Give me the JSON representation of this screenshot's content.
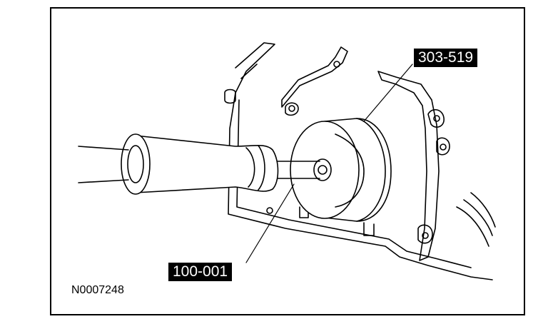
{
  "figure": {
    "callouts": [
      {
        "id": "tool-303-519",
        "text": "303-519"
      },
      {
        "id": "tool-100-001",
        "text": "100-001"
      }
    ],
    "figure_id": "N0007248"
  }
}
